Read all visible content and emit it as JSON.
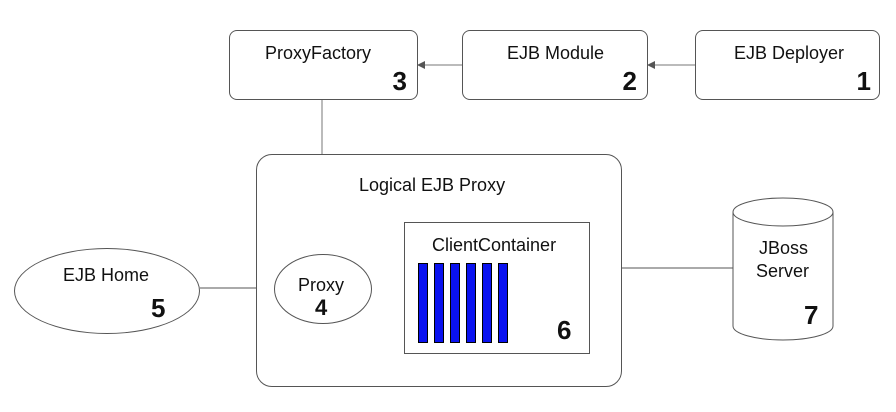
{
  "nodes": {
    "ejb_deployer": {
      "label": "EJB Deployer",
      "number": "1"
    },
    "ejb_module": {
      "label": "EJB Module",
      "number": "2"
    },
    "proxy_factory": {
      "label": "ProxyFactory",
      "number": "3"
    },
    "logical_proxy": {
      "label": "Logical EJB Proxy"
    },
    "proxy": {
      "label": "Proxy",
      "number": "4"
    },
    "ejb_home": {
      "label": "EJB Home",
      "number": "5"
    },
    "client_container": {
      "label": "ClientContainer",
      "number": "6",
      "bar_count": 6,
      "bar_color": "#0a12f0"
    },
    "jboss_server": {
      "label_line1": "JBoss",
      "label_line2": "Server",
      "number": "7"
    }
  }
}
